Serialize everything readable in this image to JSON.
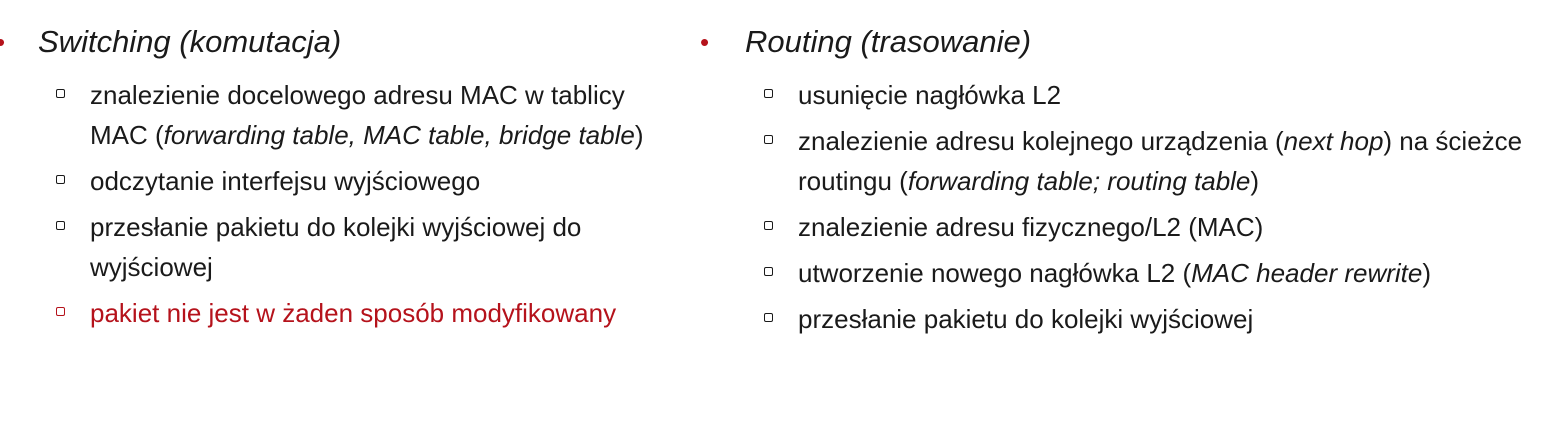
{
  "colors": {
    "accent": "#b5121b",
    "text": "#1a1a1a",
    "background": "#ffffff"
  },
  "icons": {
    "main_bullet": "•",
    "sub_bullet": "checkbox-bullet-icon"
  },
  "switching": {
    "heading": "Switching (komutacja)",
    "items": [
      {
        "p1": "znalezienie docelowego adresu MAC w tablicy MAC (",
        "em": "forwarding table, MAC table, bridge table",
        "p2": ")"
      },
      {
        "text": "odczytanie interfejsu wyjściowego"
      },
      {
        "text": "przesłanie pakietu do kolejki wyjściowej do wyjściowej"
      },
      {
        "text": "pakiet nie jest w żaden sposób modyfikowany"
      }
    ]
  },
  "routing": {
    "heading": "Routing (trasowanie)",
    "items": [
      {
        "text": "usunięcie nagłówka L2"
      },
      {
        "p1": "znalezienie adresu kolejnego urządzenia (",
        "em1": "next hop",
        "p2": ") na ścieżce routingu (",
        "em2": "forwarding table; routing table",
        "p3": ")"
      },
      {
        "text": "znalezienie adresu fizycznego/L2 (MAC)"
      },
      {
        "p1": "utworzenie nowego nagłówka L2 (",
        "em": "MAC header rewrite",
        "p2": ")"
      },
      {
        "text": "przesłanie pakietu do kolejki wyjściowej"
      }
    ]
  }
}
